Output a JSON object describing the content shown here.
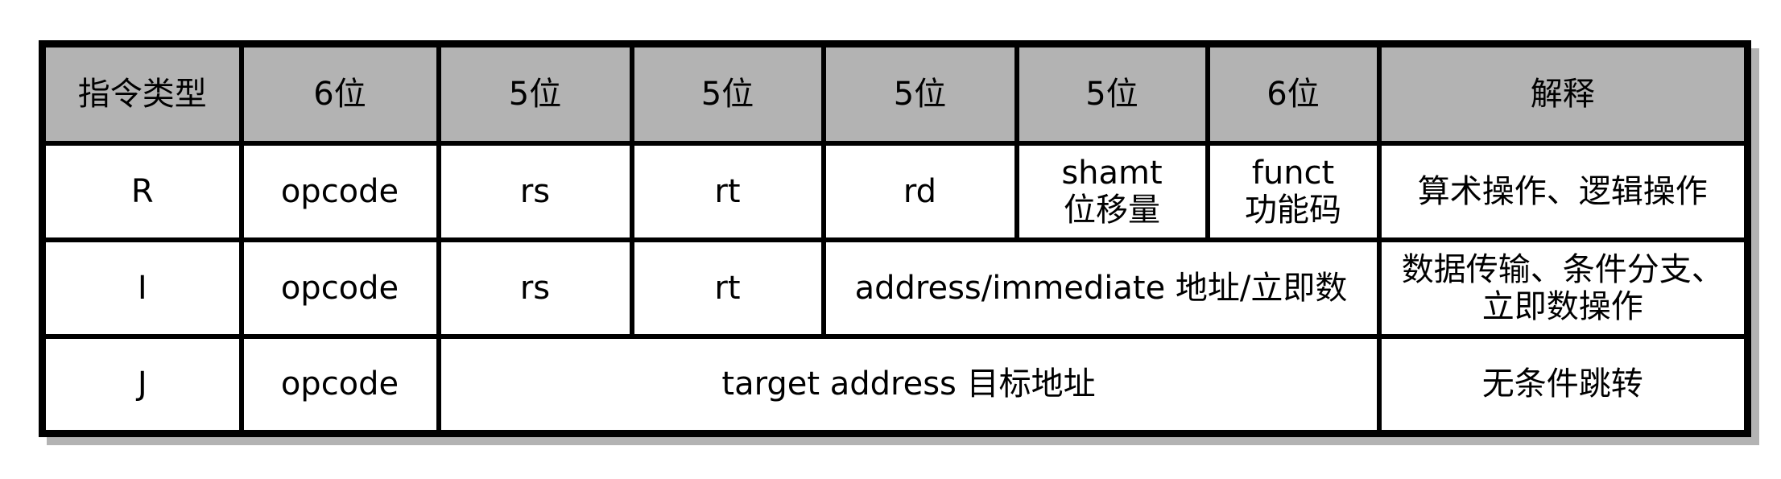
{
  "colors": {
    "header_bg": "#b3b3b3",
    "border": "#000000",
    "shadow": "#b3b3b3",
    "page_bg": "#ffffff",
    "text": "#000000"
  },
  "table": {
    "header": [
      "指令类型",
      "6位",
      "5位",
      "5位",
      "5位",
      "5位",
      "6位",
      "解释"
    ],
    "row_r": {
      "type": "R",
      "opcode": "opcode",
      "rs": "rs",
      "rt": "rt",
      "rd": "rd",
      "shamt_en": "shamt",
      "shamt_zh": "位移量",
      "funct_en": "funct",
      "funct_zh": "功能码",
      "explain": "算术操作、逻辑操作"
    },
    "row_i": {
      "type": "I",
      "opcode": "opcode",
      "rs": "rs",
      "rt": "rt",
      "address_immediate": "address/immediate 地址/立即数",
      "explain_line1": "数据传输、条件分支、",
      "explain_line2": "立即数操作"
    },
    "row_j": {
      "type": "J",
      "opcode": "opcode",
      "target_address": "target address 目标地址",
      "explain": "无条件跳转"
    }
  }
}
